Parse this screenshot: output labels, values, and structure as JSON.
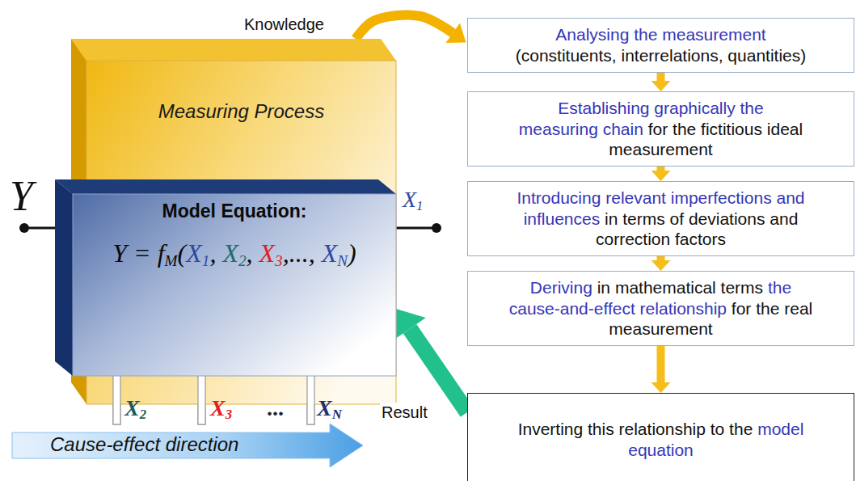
{
  "diagram": {
    "nodes": [
      {
        "text": [
          "Measuring Process"
        ]
      },
      {
        "text": [
          "Model Equation:",
          "Y = fM(X1, X2, X3,..., XN)"
        ]
      },
      {
        "text": [
          "Analysing the measurement",
          "(constituents, interrelations, quantities)"
        ]
      },
      {
        "text": [
          "Establishing graphically the measuring chain",
          "for the fictitious ideal measurement"
        ]
      },
      {
        "text": [
          "Introducing relevant imperfections and influences",
          "in terms of deviations and correction factors"
        ]
      },
      {
        "text": [
          "Deriving",
          "in mathematical terms",
          "the cause-and-effect relationship",
          "for the real measurement"
        ]
      },
      {
        "text": [
          "Inverting this relationship to the",
          "model equation"
        ]
      }
    ],
    "edges": [
      {
        "from": 0,
        "to": 2,
        "arrow": "to",
        "label": "Knowledge"
      },
      {
        "from": 2,
        "to": 3,
        "arrow": "to"
      },
      {
        "from": 3,
        "to": 4,
        "arrow": "to"
      },
      {
        "from": 4,
        "to": 5,
        "arrow": "to"
      },
      {
        "from": 5,
        "to": 6,
        "arrow": "to"
      },
      {
        "from": 6,
        "to": 1,
        "arrow": "to",
        "label": "Result"
      }
    ],
    "labels": [
      "Y",
      "X1",
      "X2",
      "X3",
      "...",
      "XN",
      "Cause-effect direction"
    ]
  }
}
